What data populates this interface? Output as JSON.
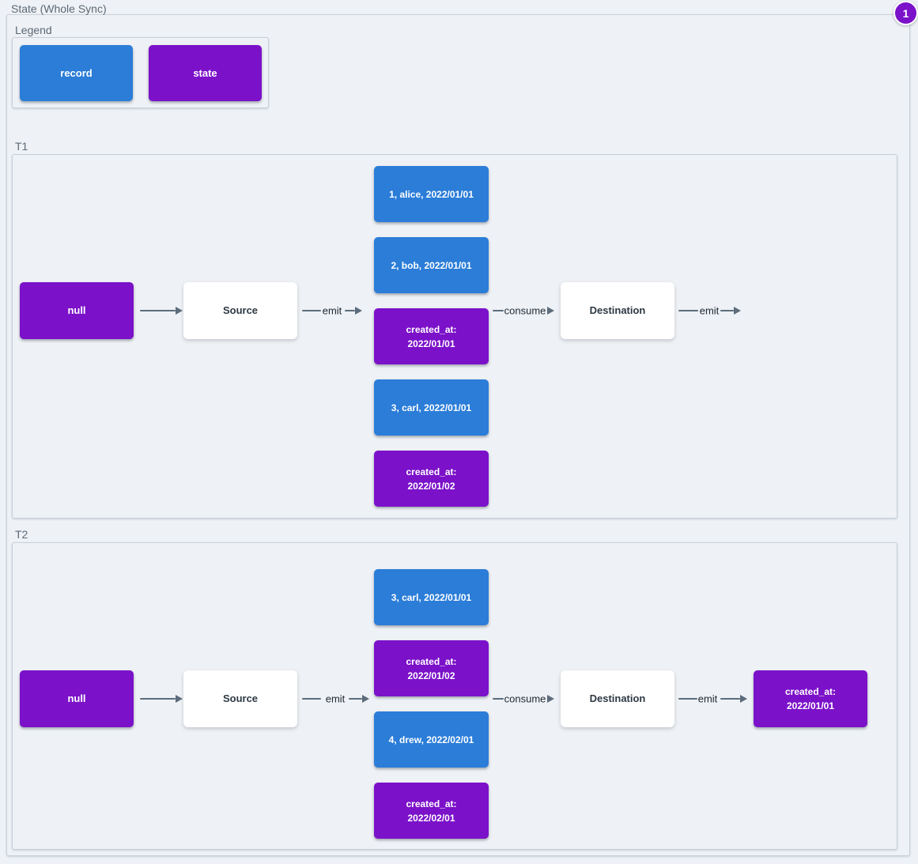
{
  "title": "State (Whole Sync)",
  "overlay_badge": "1",
  "colors": {
    "record-color": "#2b7dd8",
    "state-color": "#7b11c9",
    "canvas-bg": "#eef1f5",
    "container-border": "#c8d0da",
    "edge-color": "#5c6c7c"
  },
  "legend": {
    "title": "Legend",
    "items": [
      {
        "label": "record",
        "type": "record"
      },
      {
        "label": "state",
        "type": "state"
      }
    ]
  },
  "timelines": [
    {
      "label": "T1",
      "input_state": "null",
      "source": "Source",
      "emit_label": "emit",
      "consume_label": "consume",
      "destination": "Destination",
      "output_emit_label": "emit",
      "messages": [
        {
          "text": "1, alice, 2022/01/01",
          "type": "record"
        },
        {
          "text": "2, bob, 2022/01/01",
          "type": "record"
        },
        {
          "text": "created_at:\n2022/01/01",
          "type": "state"
        },
        {
          "text": "3, carl, 2022/01/01",
          "type": "record"
        },
        {
          "text": "created_at:\n2022/01/02",
          "type": "state"
        }
      ]
    },
    {
      "label": "T2",
      "input_state": "null",
      "source": "Source",
      "emit_label": "emit",
      "consume_label": "consume",
      "destination": "Destination",
      "output_emit_label": "emit",
      "messages": [
        {
          "text": "3, carl, 2022/01/01",
          "type": "record"
        },
        {
          "text": "created_at:\n2022/01/02",
          "type": "state"
        },
        {
          "text": "4, drew, 2022/02/01",
          "type": "record"
        },
        {
          "text": "created_at:\n2022/02/01",
          "type": "state"
        }
      ],
      "output_state": {
        "text": "created_at:\n2022/01/01",
        "type": "state"
      }
    }
  ]
}
